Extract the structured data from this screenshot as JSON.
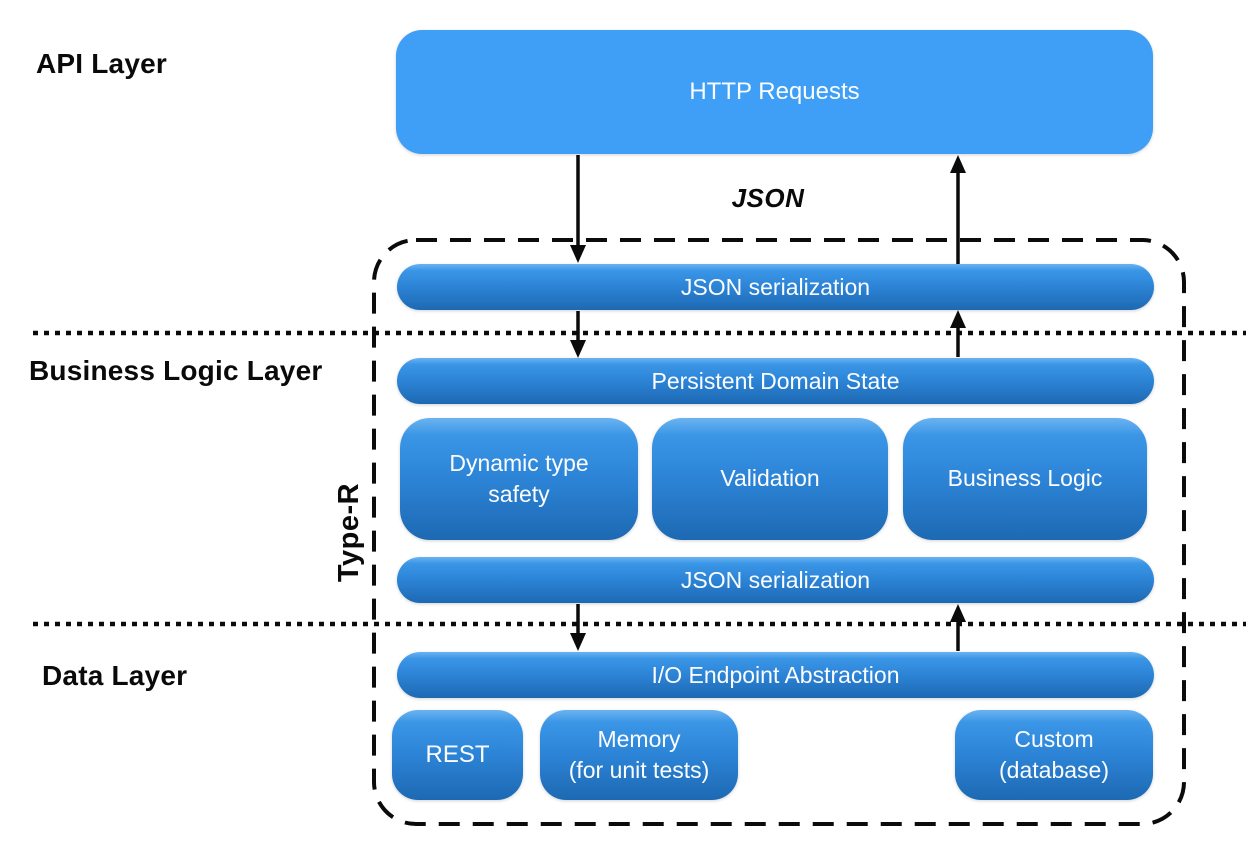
{
  "diagram": {
    "title_implicit": "Type-R layered architecture diagram",
    "layer_labels": {
      "api": "API Layer",
      "business": "Business Logic Layer",
      "data": "Data Layer"
    },
    "annotations": {
      "json": "JSON",
      "container": "Type-R"
    },
    "nodes": {
      "http_requests": "HTTP Requests",
      "json_serialization_top": "JSON serialization",
      "persistent_domain_state": "Persistent Domain State",
      "dynamic_type_safety_line1": "Dynamic type",
      "dynamic_type_safety_line2": "safety",
      "validation": "Validation",
      "business_logic": "Business Logic",
      "json_serialization_bottom": "JSON serialization",
      "io_endpoint_abstraction": "I/O Endpoint Abstraction",
      "rest": "REST",
      "memory_line1": "Memory",
      "memory_line2": "(for unit tests)",
      "custom_line1": "Custom",
      "custom_line2": "(database)"
    },
    "colors": {
      "http_box": "#3F9EF5",
      "pill_gradient_top": "#419DEC",
      "pill_gradient_bottom": "#1D69B3",
      "text_on_blue": "#FBFDFF",
      "outline": "#0B0B0B"
    }
  }
}
